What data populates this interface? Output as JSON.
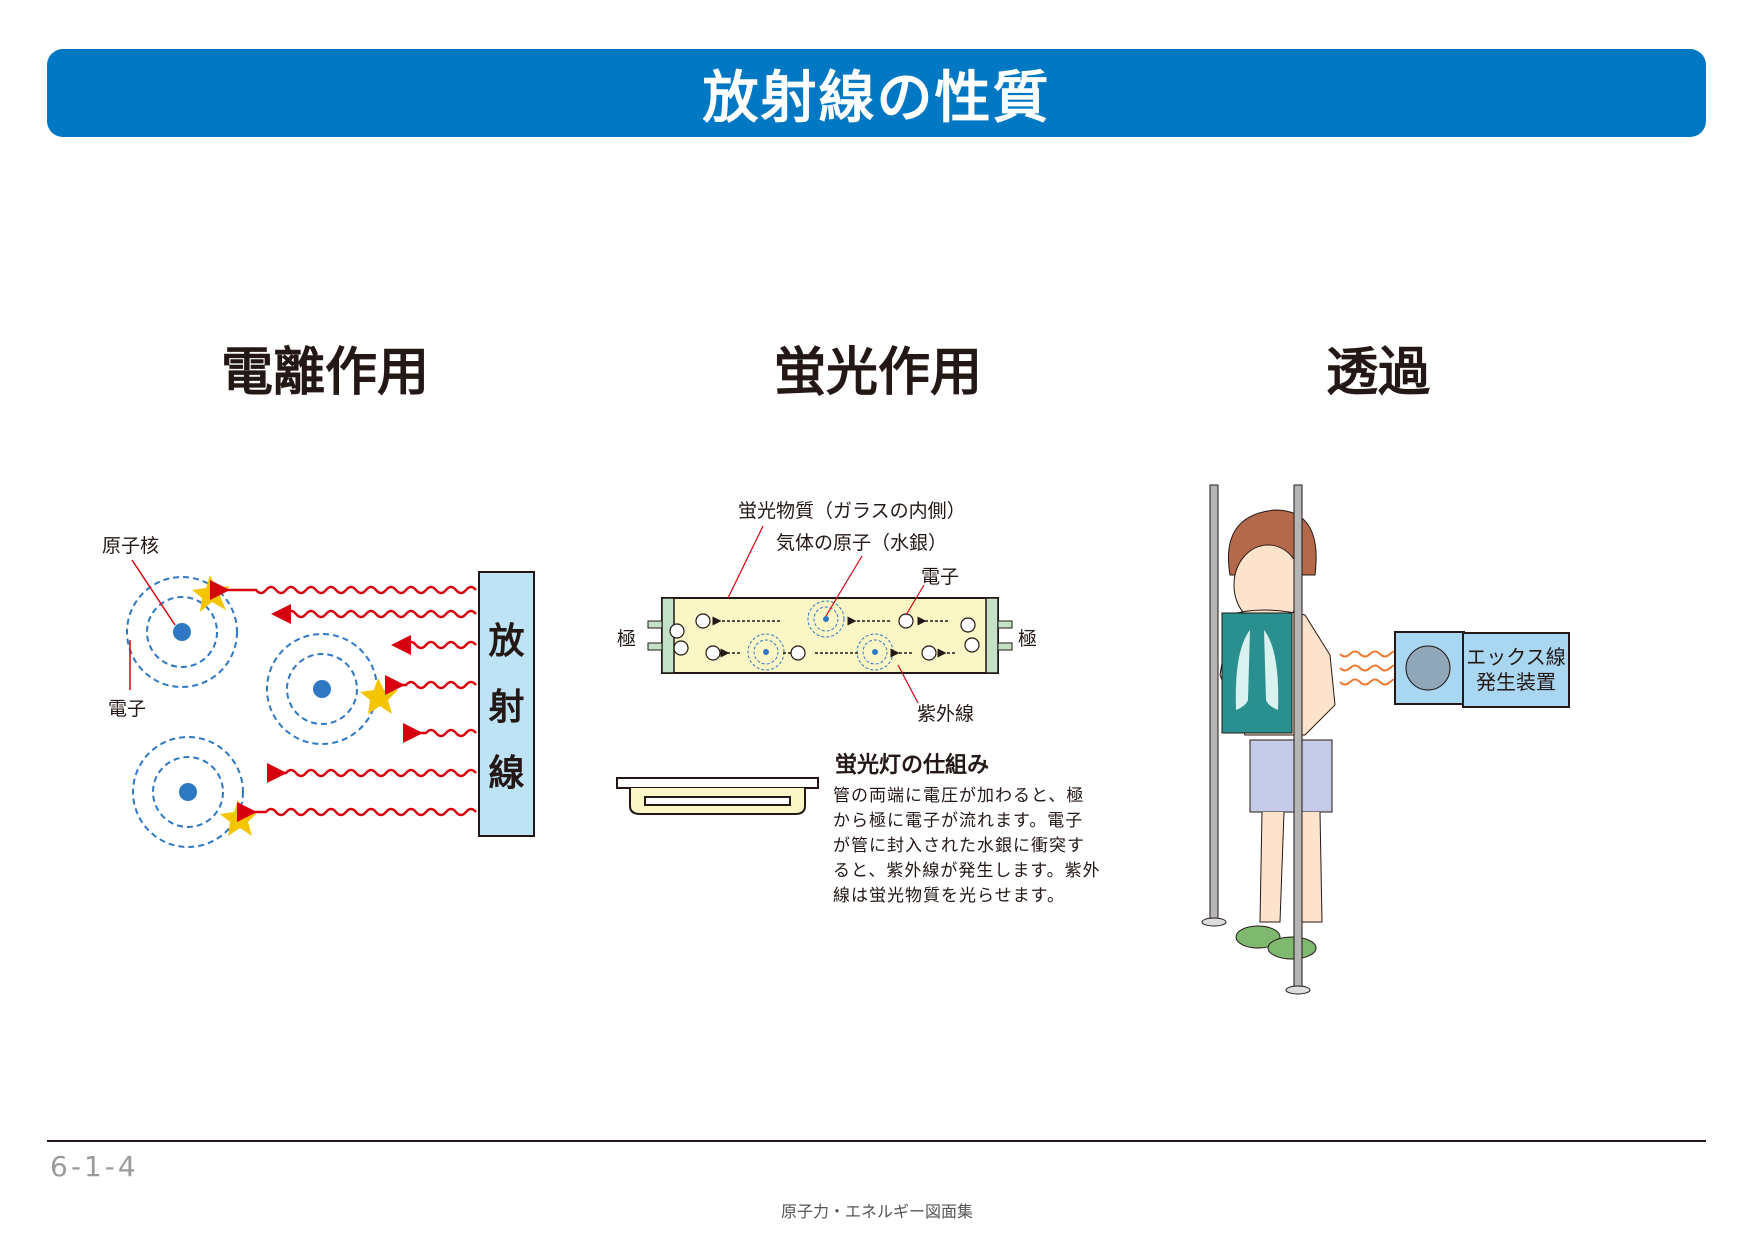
{
  "header": {
    "title": "放射線の性質"
  },
  "sections": {
    "ionization": {
      "title": "電離作用",
      "label_nucleus": "原子核",
      "label_electron": "電子",
      "radiation": [
        "放",
        "射",
        "線"
      ]
    },
    "fluorescence": {
      "title": "蛍光作用",
      "label_phosphor": "蛍光物質（ガラスの内側）",
      "label_gas": "気体の原子（水銀）",
      "label_electron": "電子",
      "label_pole_left": "極",
      "label_pole_right": "極",
      "label_uv": "紫外線",
      "explain_title": "蛍光灯の仕組み",
      "explain_lines": [
        "管の両端に電圧が加わると、極",
        "から極に電子が流れます。電子",
        "が管に封入された水銀に衝突す",
        "ると、紫外線が発生します。紫外",
        "線は蛍光物質を光らせます。"
      ]
    },
    "transmission": {
      "title": "透過",
      "xray_device": [
        "エックス線",
        "発生装置"
      ]
    }
  },
  "footer": {
    "page": "6-1-4",
    "book": "原子力・エネルギー図面集"
  },
  "colors": {
    "header": "#0078c3",
    "radiation_arrow": "#d7000f",
    "electron_orbit": "#2f78c4",
    "tube": "#fbf6c6",
    "xray_box": "#a9d6f0"
  }
}
